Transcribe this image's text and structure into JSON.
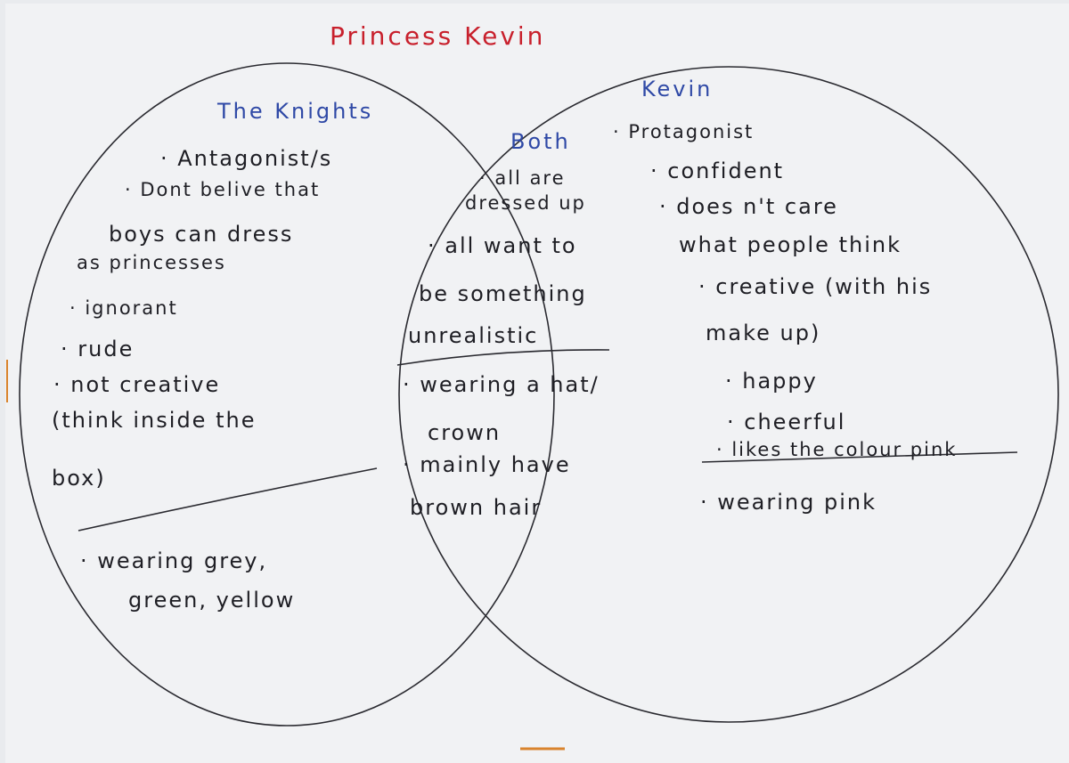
{
  "diagram": {
    "title": "Princess Kevin",
    "colors": {
      "paper": "#f1f2f4",
      "ink": "#1e1e24",
      "blue": "#2f49a6",
      "red": "#c8202c",
      "orange": "#d9832c"
    },
    "left": {
      "heading": "The Knights",
      "lines": [
        "· Antagonist/s",
        "· Dont belive that",
        "boys  can  dress",
        "as  princesses",
        "· ignorant",
        "· rude",
        "· not  creative",
        "(think  inside the",
        "box)",
        "· wearing  grey,",
        "green,  yellow"
      ]
    },
    "middle": {
      "heading": "Both",
      "lines": [
        "· all are",
        "dressed up",
        "· all  want to",
        "be  something",
        "unrealistic",
        "· wearing  a hat/",
        "crown",
        "· mainly  have",
        "brown  hair"
      ]
    },
    "right": {
      "heading": "Kevin",
      "lines": [
        "· Protagonist",
        "· confident",
        "· does n't   care",
        "what  people  think",
        "· creative  (with  his",
        "make up)",
        "· happy",
        "· cheerful",
        "· likes  the colour pink",
        "· wearing   pink"
      ]
    }
  }
}
